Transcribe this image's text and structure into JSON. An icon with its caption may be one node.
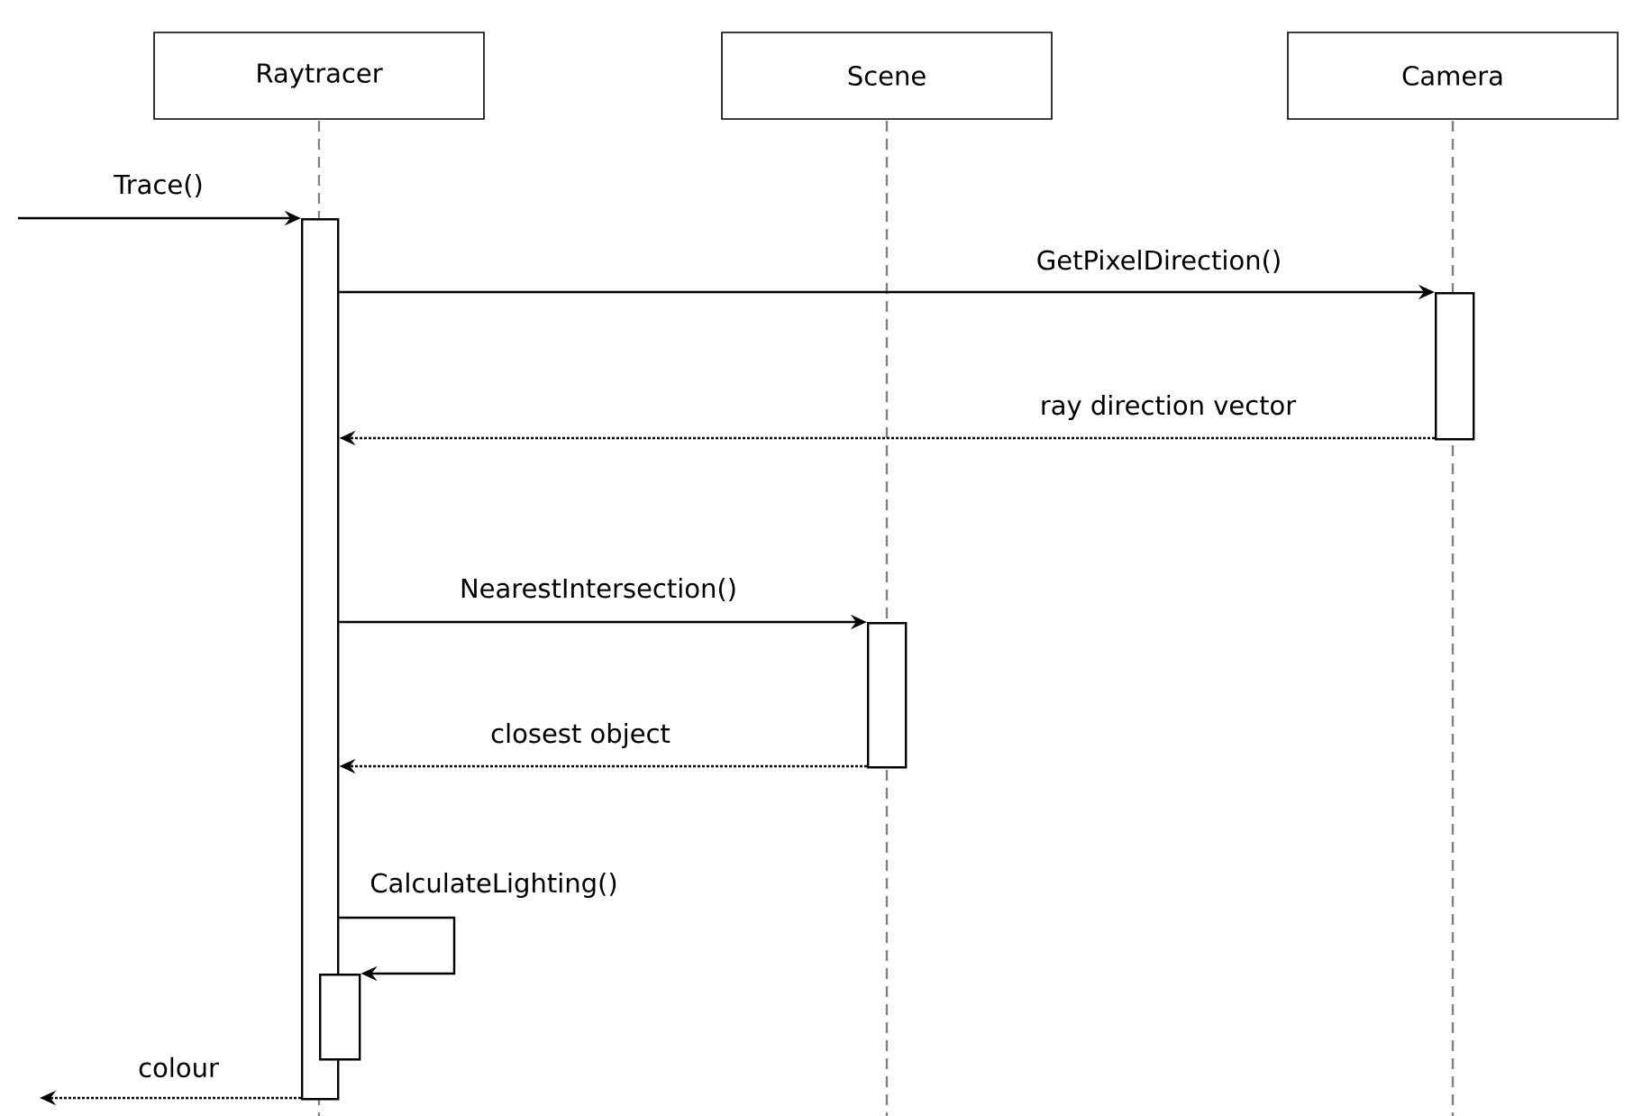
{
  "diagram": {
    "nodes": [
      {
        "text": [
          "Raytracer"
        ]
      },
      {
        "text": [
          "Scene"
        ]
      },
      {
        "text": [
          "Camera"
        ]
      },
      {
        "text": [],
        "shape": "bar"
      },
      {
        "text": [],
        "shape": "bar"
      },
      {
        "text": [],
        "shape": "bar"
      },
      {
        "text": [],
        "shape": "bar"
      }
    ],
    "edges": [
      {
        "from": null,
        "to": 3,
        "arrow": "to",
        "label": "Trace()"
      },
      {
        "from": 3,
        "to": 4,
        "arrow": "to",
        "label": "GetPixelDirection()"
      },
      {
        "from": 4,
        "to": 3,
        "arrow": "to",
        "label": "ray direction vector",
        "style": "dashed"
      },
      {
        "from": 3,
        "to": 5,
        "arrow": "to",
        "label": "NearestIntersection()"
      },
      {
        "from": 5,
        "to": 3,
        "arrow": "to",
        "label": "closest object",
        "style": "dashed"
      },
      {
        "from": 3,
        "to": 6,
        "arrow": "to",
        "label": "CalculateLighting()"
      },
      {
        "from": 3,
        "to": null,
        "arrow": "to",
        "label": "colour",
        "style": "dashed"
      }
    ]
  }
}
